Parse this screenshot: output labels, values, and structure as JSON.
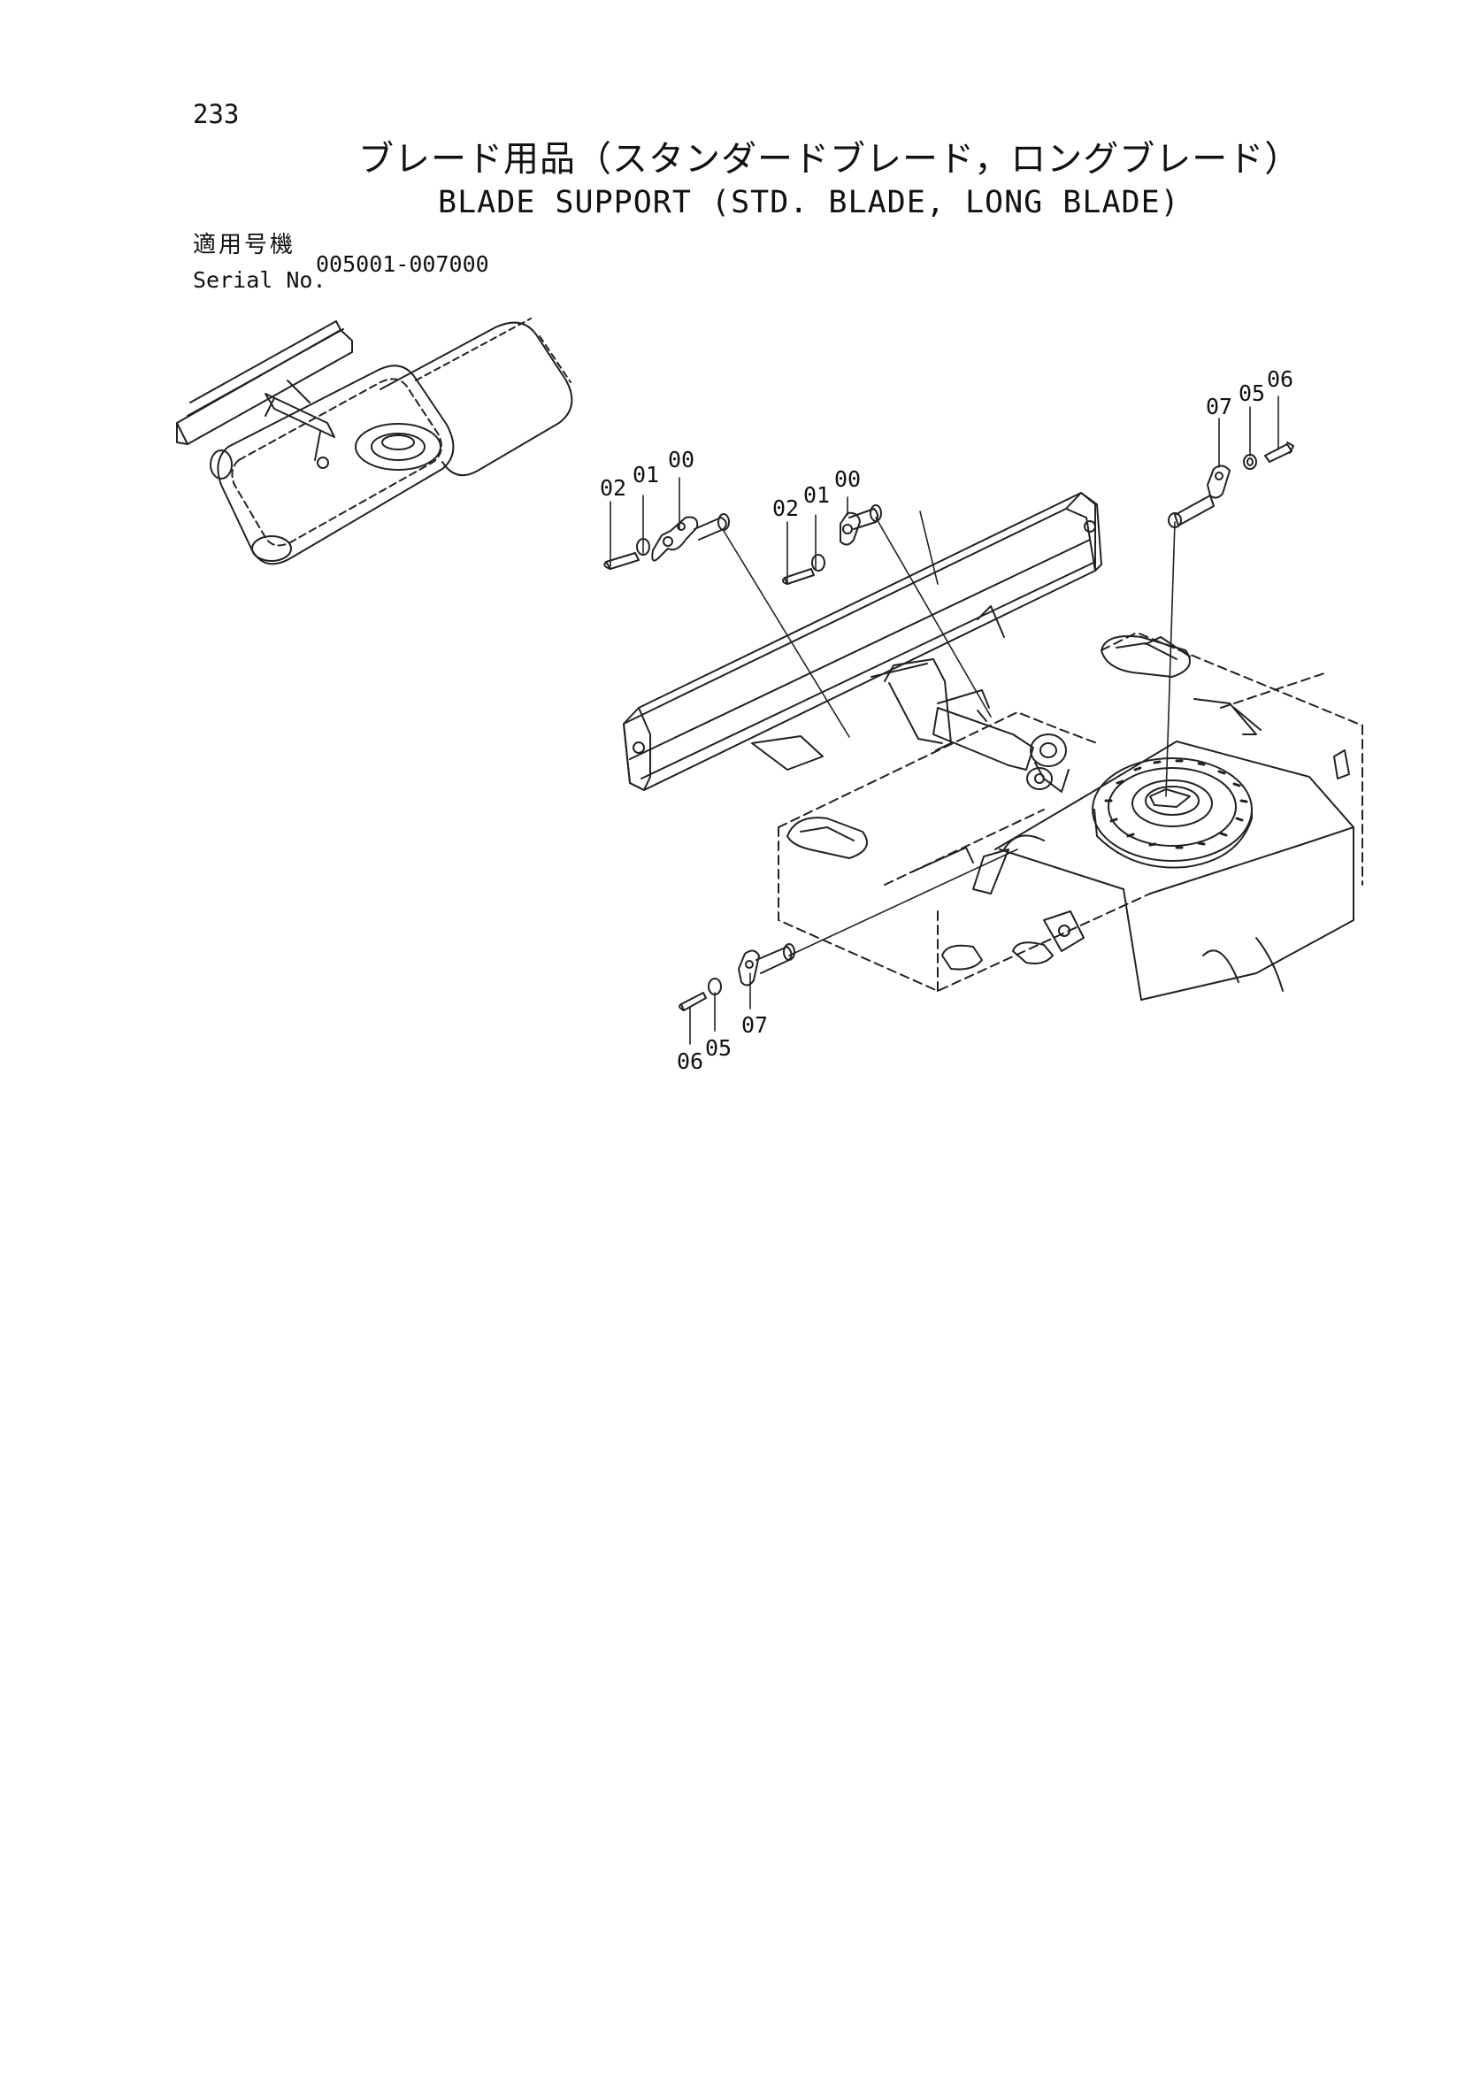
{
  "page_number": "233",
  "title_ja": "ブレード用品（スタンダードブレード，ロングブレード）",
  "title_en": "BLADE SUPPORT (STD. BLADE, LONG BLADE)",
  "serial": {
    "label_ja": "適用号機",
    "label_en": "Serial No.",
    "range": "005001-007000"
  },
  "callouts": {
    "pin_a": {
      "bolt": "02",
      "washer": "01",
      "pin": "00"
    },
    "pin_b": {
      "bolt": "02",
      "washer": "01",
      "pin": "00"
    },
    "pin_c": {
      "pin": "07",
      "washer": "05",
      "bolt": "06"
    },
    "pin_d": {
      "bolt": "06",
      "washer": "05",
      "pin": "07"
    }
  }
}
